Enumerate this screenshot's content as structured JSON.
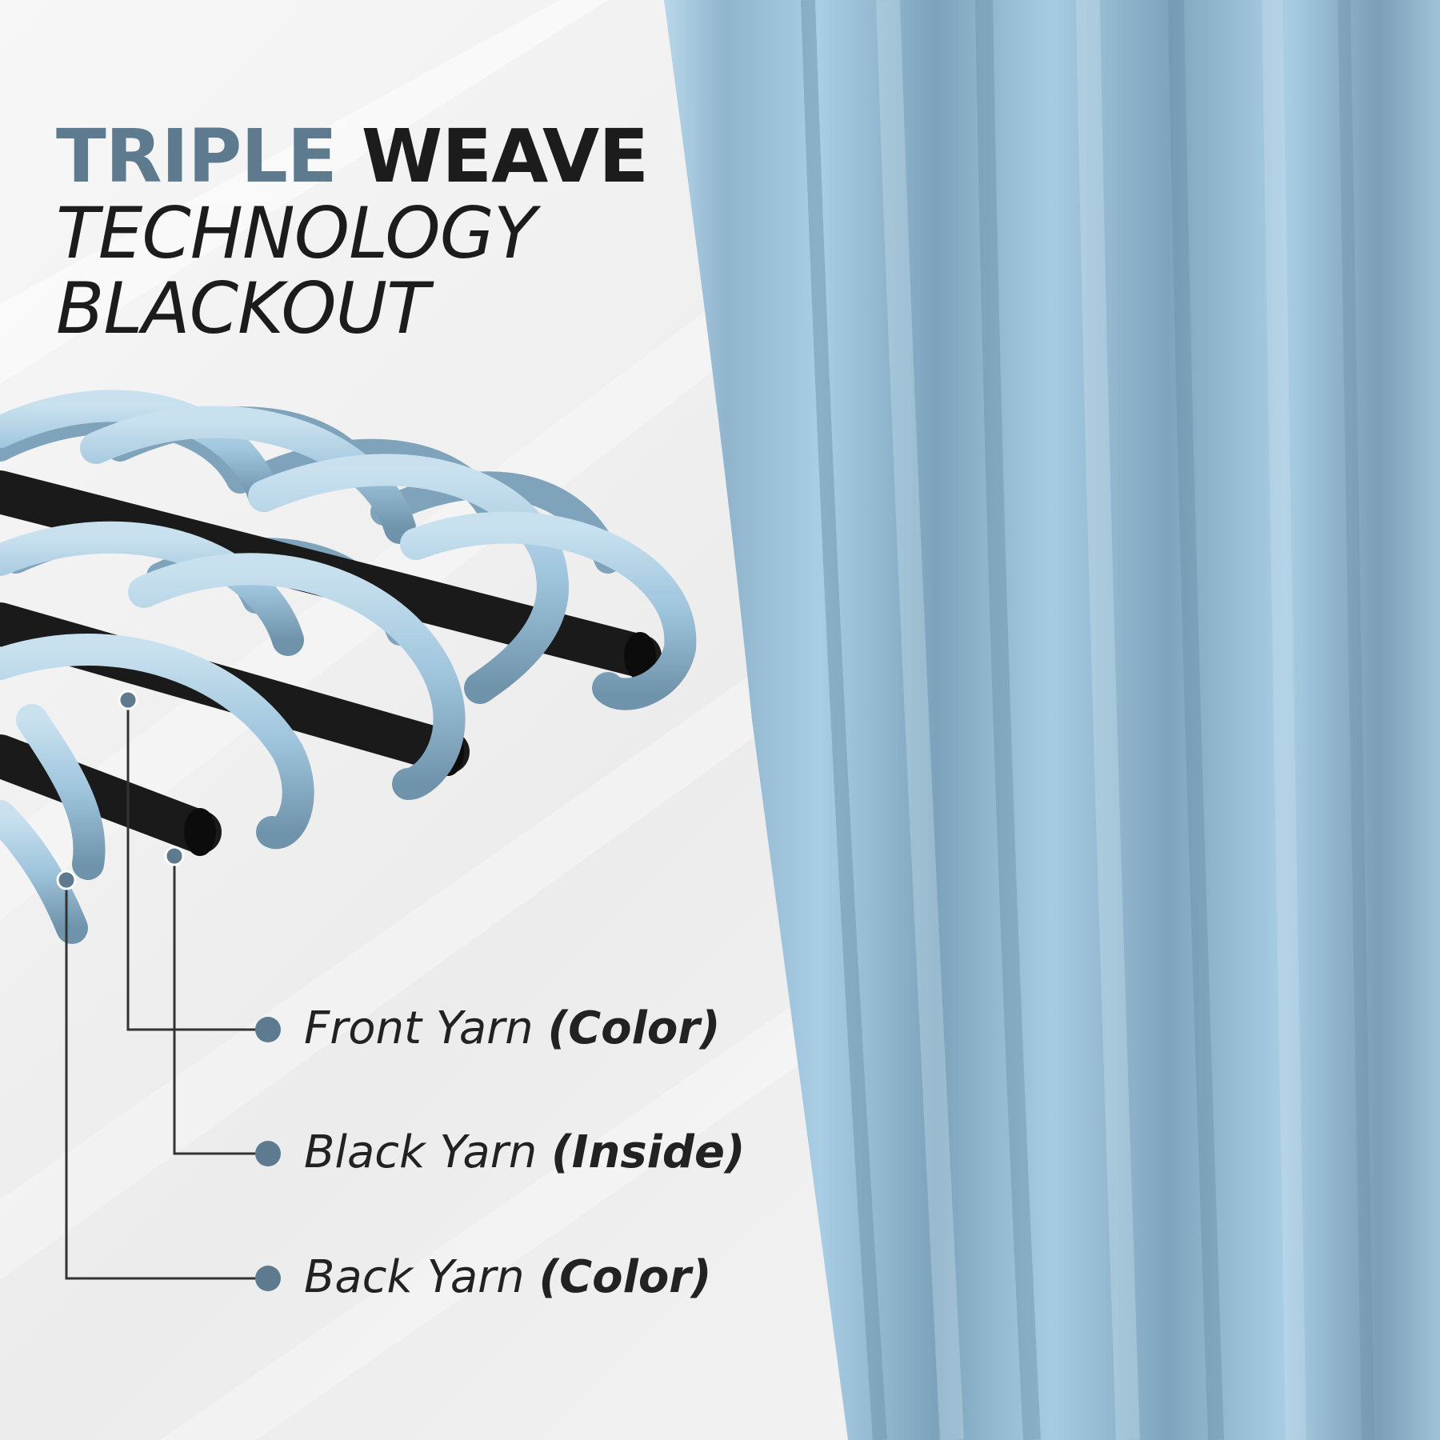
{
  "headline": {
    "accent_word": "TRIPLE",
    "dark_word": "WEAVE",
    "line2": "TECHNOLOGY",
    "line3": "BLACKOUT"
  },
  "callouts": [
    {
      "text": "Front Yarn",
      "qualifier": "(Color)"
    },
    {
      "text": "Black Yarn",
      "qualifier": "(Inside)"
    },
    {
      "text": "Back Yarn",
      "qualifier": "(Color)"
    }
  ],
  "colors": {
    "accent": "#5d7a8e",
    "curtain": "#9ec4dc",
    "yarn_color": "#a6c9df",
    "yarn_black": "#1a1a1a",
    "background": "#f2f2f2"
  }
}
